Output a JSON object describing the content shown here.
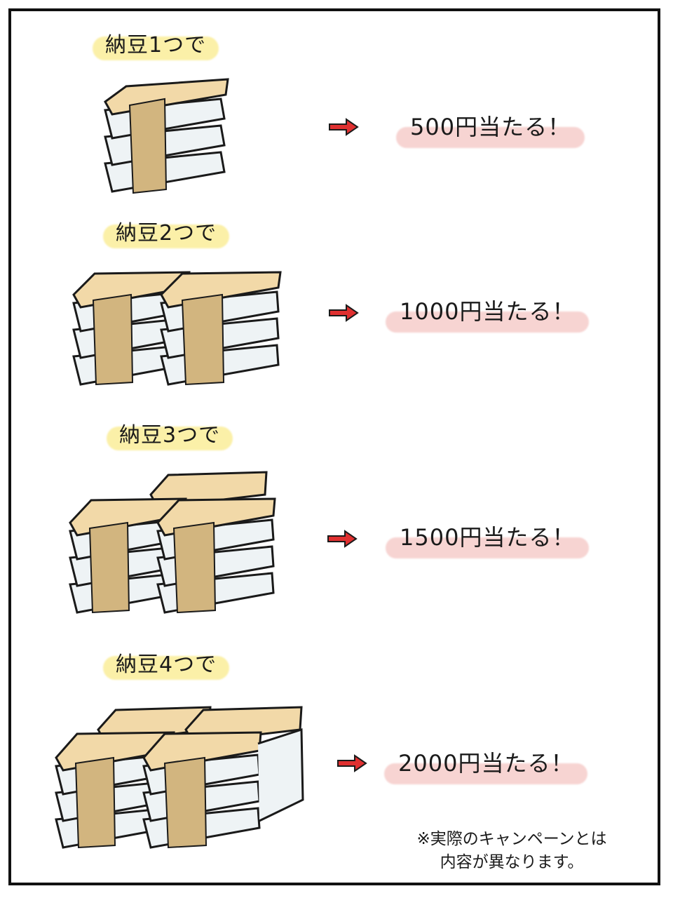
{
  "rows": [
    {
      "label": "納豆1つで",
      "prize": "500円当たる！"
    },
    {
      "label": "納豆2つで",
      "prize": "1000円当たる！"
    },
    {
      "label": "納豆3つで",
      "prize": "1500円当たる！"
    },
    {
      "label": "納豆4つで",
      "prize": "2000円当たる！"
    }
  ],
  "note": {
    "line1": "※実際のキャンペーンとは",
    "line2": "内容が異なります。"
  },
  "colors": {
    "label_highlight": "#fbf0a8",
    "prize_highlight": "#f7d4d2",
    "arrow": "#e03030",
    "band": "#d2b57f",
    "lid_band": "#f2d9a8",
    "outline": "#1a1a1a",
    "box_fill": "#eef3f5"
  }
}
